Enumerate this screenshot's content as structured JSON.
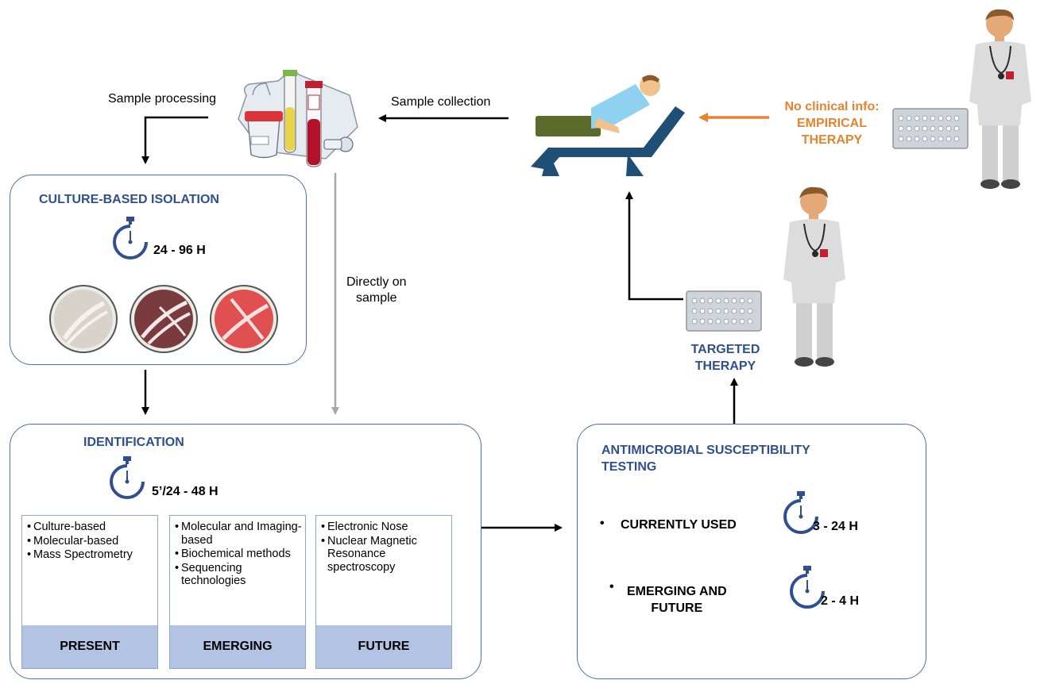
{
  "flow": {
    "sample_processing": "Sample processing",
    "sample_collection": "Sample collection",
    "directly_on_sample": "Directly on\nsample"
  },
  "empirical": {
    "line1": "No clinical info:",
    "line2": "EMPIRICAL",
    "line3": "THERAPY",
    "color": "#e8822e"
  },
  "targeted": {
    "line1": "TARGETED",
    "line2": "THERAPY"
  },
  "culture": {
    "title": "CULTURE-BASED ISOLATION",
    "time": "24 - 96 H",
    "plates": [
      {
        "color": "#d9d2cb"
      },
      {
        "color": "#7a3b3e"
      },
      {
        "color": "#e05050"
      }
    ]
  },
  "identification": {
    "title": "IDENTIFICATION",
    "time": "5’/24 - 48 H",
    "columns": [
      {
        "items": [
          "Culture-based",
          "Molecular-based",
          "Mass Spectrometry"
        ],
        "footer": "PRESENT"
      },
      {
        "items": [
          "Molecular and Imaging-based",
          "Biochemical methods",
          "Sequencing technologies"
        ],
        "footer": "EMERGING"
      },
      {
        "items": [
          "Electronic Nose",
          "Nuclear Magnetic Resonance spectroscopy"
        ],
        "footer": "FUTURE"
      }
    ]
  },
  "ast": {
    "title_line1": "ANTIMICROBIAL SUSCEPTIBILITY",
    "title_line2": "TESTING",
    "rows": [
      {
        "bullet": "•",
        "label": "CURRENTLY USED",
        "time": "3 - 24 H"
      },
      {
        "bullet": "•",
        "label_line1": "EMERGING AND",
        "label_line2": "FUTURE",
        "time": "2 - 4 H"
      }
    ]
  },
  "colors": {
    "box_border": "#4a6fae",
    "title_blue": "#2f4f8f",
    "stopwatch": "#2f4f8f",
    "column_footer": "#b2c3e3",
    "arrow_black": "#000000",
    "arrow_gray": "#a8a8a8"
  }
}
